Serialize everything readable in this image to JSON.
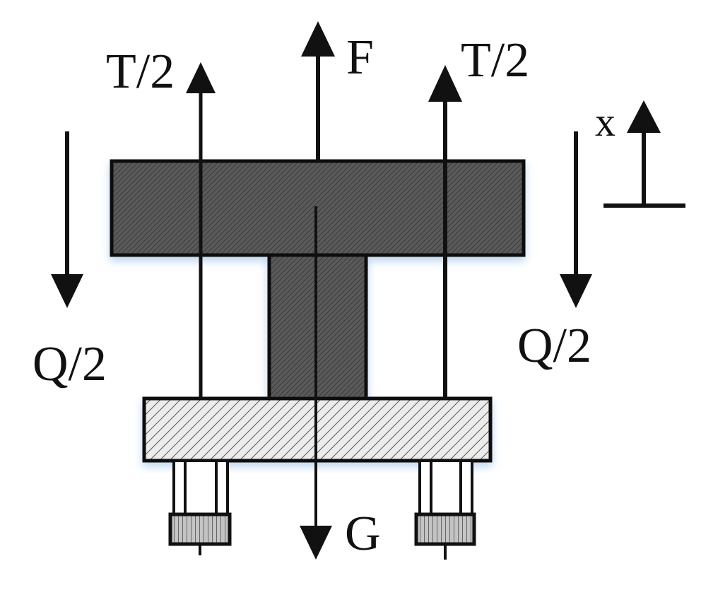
{
  "labels": {
    "tension_left": "T/2",
    "tension_right": "T/2",
    "force": "F",
    "load_left": "Q/2",
    "load_right": "Q/2",
    "gravity": "G",
    "axis": "x"
  },
  "colors": {
    "stroke": "#111111",
    "frame_fill": "#5a5a5a",
    "plate_fill": "#e4e4e4",
    "knob_fill": "#bdbdbd",
    "glow": "#bcd6f0"
  }
}
